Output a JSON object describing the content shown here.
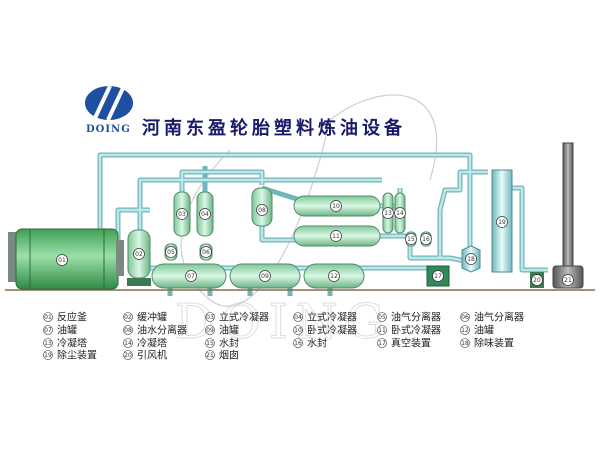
{
  "brand": {
    "logo_text": "DOING",
    "title": "河南东盈轮胎塑料炼油设备",
    "colors": {
      "pipe": "#bfe6e8",
      "pipe_edge": "#6fb7bb",
      "vessel": "#b9ecc9",
      "vessel_dark": "#4f8d66",
      "reactor": "#5fbf72",
      "ground": "#8b6b4a",
      "brand": "#1f4fa0"
    }
  },
  "watermark": "DOING",
  "equipment": [
    {
      "num": "01"
    },
    {
      "num": "02"
    },
    {
      "num": "03"
    },
    {
      "num": "04"
    },
    {
      "num": "05"
    },
    {
      "num": "06"
    },
    {
      "num": "07"
    },
    {
      "num": "08"
    },
    {
      "num": "09"
    },
    {
      "num": "10"
    },
    {
      "num": "11"
    },
    {
      "num": "12"
    },
    {
      "num": "13"
    },
    {
      "num": "14"
    },
    {
      "num": "15"
    },
    {
      "num": "16"
    },
    {
      "num": "17"
    },
    {
      "num": "18"
    },
    {
      "num": "19"
    },
    {
      "num": "20"
    },
    {
      "num": "21"
    }
  ],
  "legend": [
    [
      "01",
      "反应釜"
    ],
    [
      "02",
      "缓冲罐"
    ],
    [
      "03",
      "立式冷凝器"
    ],
    [
      "04",
      "立式冷凝器"
    ],
    [
      "05",
      "油气分离器"
    ],
    [
      "06",
      "油气分离器"
    ],
    [
      "07",
      "油罐"
    ],
    [
      "08",
      "油水分离器"
    ],
    [
      "09",
      "油罐"
    ],
    [
      "10",
      "卧式冷凝器"
    ],
    [
      "11",
      "卧式冷凝器"
    ],
    [
      "12",
      "油罐"
    ],
    [
      "13",
      "冷凝塔"
    ],
    [
      "14",
      "冷凝塔"
    ],
    [
      "15",
      "水封"
    ],
    [
      "16",
      "水封"
    ],
    [
      "17",
      "真空装置"
    ],
    [
      "18",
      "除味装置"
    ],
    [
      "19",
      "除尘装置"
    ],
    [
      "20",
      "引风机"
    ],
    [
      "21",
      "烟囱"
    ]
  ]
}
